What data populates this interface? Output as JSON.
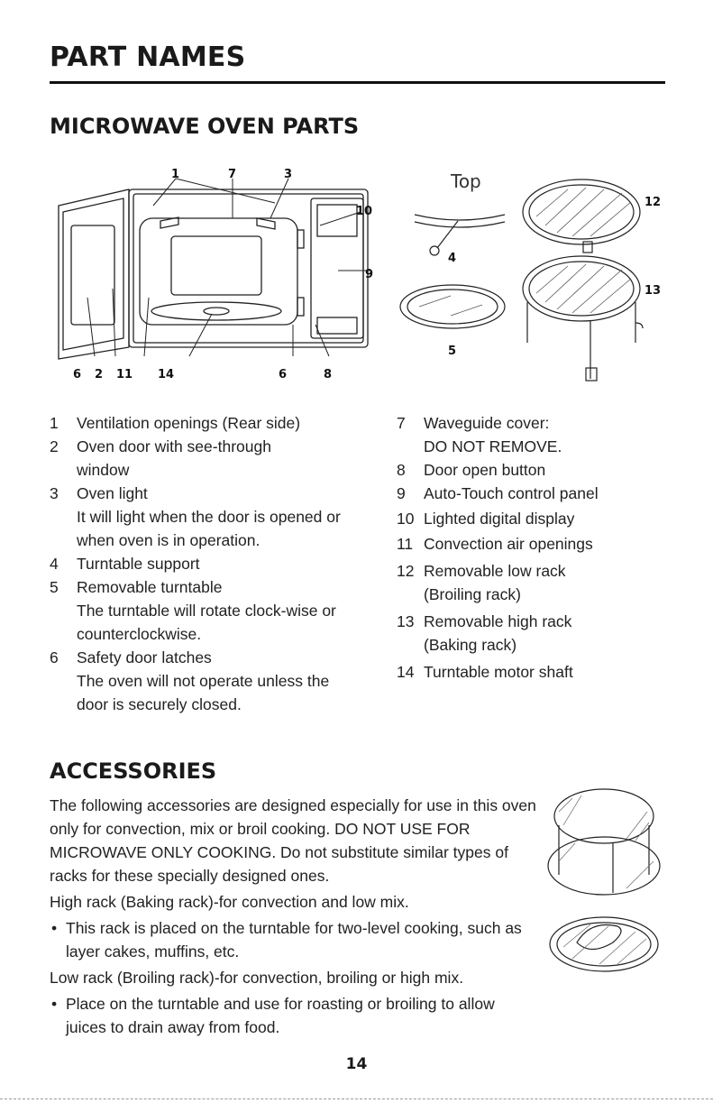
{
  "header": {
    "title": "PART NAMES"
  },
  "section": {
    "title": "MICROWAVE OVEN PARTS"
  },
  "diagram": {
    "labels": [
      "1",
      "7",
      "3",
      "10",
      "9",
      "6",
      "2",
      "11",
      "14",
      "6",
      "8"
    ],
    "top_label": "Top",
    "acc_labels": [
      "4",
      "5",
      "12",
      "13"
    ]
  },
  "parts_left": [
    {
      "num": "1",
      "name": "Ventilation openings (Rear side)",
      "detail": ""
    },
    {
      "num": "2",
      "name": "Oven door with see-through window",
      "detail": ""
    },
    {
      "num": "3",
      "name": "Oven light",
      "detail": "It will light when the door is opened or when oven is in operation."
    },
    {
      "num": "4",
      "name": "Turntable support",
      "detail": ""
    },
    {
      "num": "5",
      "name": "Removable turntable",
      "detail": "The turntable will rotate clock-wise or counterclockwise."
    },
    {
      "num": "6",
      "name": "Safety door latches",
      "detail": "The oven will not operate unless the door is securely closed."
    }
  ],
  "parts_right": [
    {
      "num": "7",
      "name": "Waveguide cover:",
      "detail": "DO NOT REMOVE."
    },
    {
      "num": "8",
      "name": "Door open button",
      "detail": ""
    },
    {
      "num": "9",
      "name": "Auto-Touch control panel",
      "detail": ""
    },
    {
      "num": "10",
      "name": "Lighted digital display",
      "detail": ""
    },
    {
      "num": "11",
      "name": "Convection air openings",
      "detail": ""
    },
    {
      "num": "12",
      "name": "Removable low rack",
      "detail": "(Broiling rack)"
    },
    {
      "num": "13",
      "name": "Removable high rack",
      "detail": "(Baking rack)"
    },
    {
      "num": "14",
      "name": "Turntable motor shaft",
      "detail": ""
    }
  ],
  "accessories": {
    "title": "ACCESSORIES",
    "intro": "The following accessories are designed especially for use in this oven only for convection, mix or broil cooking. DO NOT USE FOR MICROWAVE ONLY COOKING. Do not substitute similar types of racks for these specially designed ones.",
    "high_rack": "High rack (Baking rack)-for convection and low mix.",
    "high_rack_bullet": "This rack is placed on the turntable for two-level cooking, such as layer cakes, muffins, etc.",
    "low_rack": "Low rack (Broiling rack)-for convection, broiling or high mix.",
    "low_rack_bullet": "Place on the turntable and use for roasting or broiling to allow juices to drain away from food.",
    "bullet_symbol": "•"
  },
  "page": {
    "number": "14"
  }
}
